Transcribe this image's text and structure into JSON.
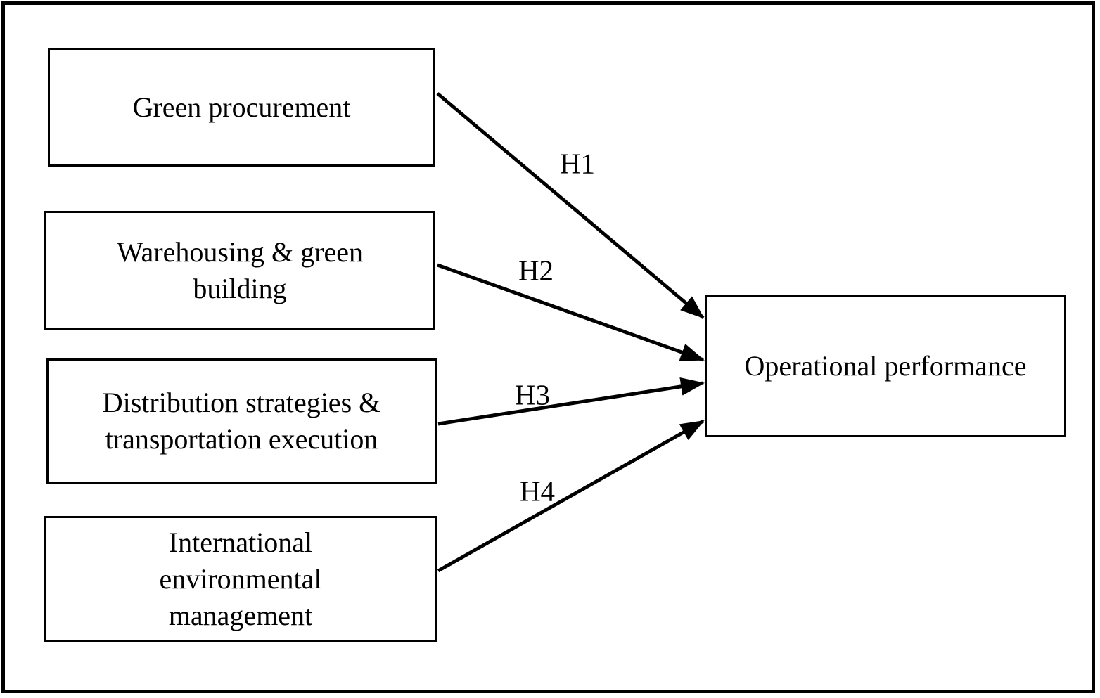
{
  "figure": {
    "background_color": "#ffffff",
    "line_color": "#000000",
    "text_color": "#000000",
    "boxes": [
      {
        "label": "Green procurement"
      },
      {
        "label": "Warehousing & green building"
      },
      {
        "label": "Distribution strategies & transportation execution"
      },
      {
        "label": "International environmental management"
      },
      {
        "label": "Operational performance"
      }
    ],
    "arrows": [
      {
        "label": "H1",
        "from": "Green procurement",
        "to": "Operational performance"
      },
      {
        "label": "H2",
        "from": "Warehousing & green building",
        "to": "Operational performance"
      },
      {
        "label": "H3",
        "from": "Distribution strategies & transportation execution",
        "to": "Operational performance"
      },
      {
        "label": "H4",
        "from": "International environmental management",
        "to": "Operational performance"
      }
    ]
  }
}
